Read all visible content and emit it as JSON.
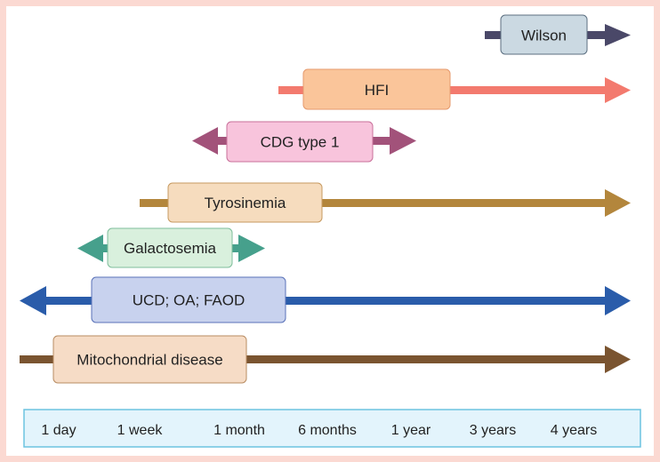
{
  "bars": [
    {
      "label": "Wilson",
      "color": "#4a4868",
      "box_fill": "#cbd9e2",
      "box_stroke": "#5c6f80"
    },
    {
      "label": "HFI",
      "color": "#f37a6e",
      "box_fill": "#fac59a",
      "box_stroke": "#e59a6e"
    },
    {
      "label": "CDG type 1",
      "color": "#a2527a",
      "box_fill": "#f8c4dc",
      "box_stroke": "#c8709a"
    },
    {
      "label": "Tyrosinemia",
      "color": "#b3863c",
      "box_fill": "#f6dcbe",
      "box_stroke": "#c79a60"
    },
    {
      "label": "Galactosemia",
      "color": "#46a08c",
      "box_fill": "#d9f0dd",
      "box_stroke": "#7fbe9c"
    },
    {
      "label": "UCD; OA; FAOD",
      "color": "#2a5caa",
      "box_fill": "#c8d2ee",
      "box_stroke": "#5a72b8"
    },
    {
      "label": "Mitochondrial disease",
      "color": "#7a5430",
      "box_fill": "#f6dcc6",
      "box_stroke": "#b88c62"
    }
  ],
  "timeline": {
    "ticks": [
      "1 day",
      "1 week",
      "1 month",
      "6 months",
      "1 year",
      "3 years",
      "4 years"
    ],
    "box_fill": "#e3f4fc",
    "box_stroke": "#6cc3e0"
  },
  "frame_color": "#fbd9d2"
}
